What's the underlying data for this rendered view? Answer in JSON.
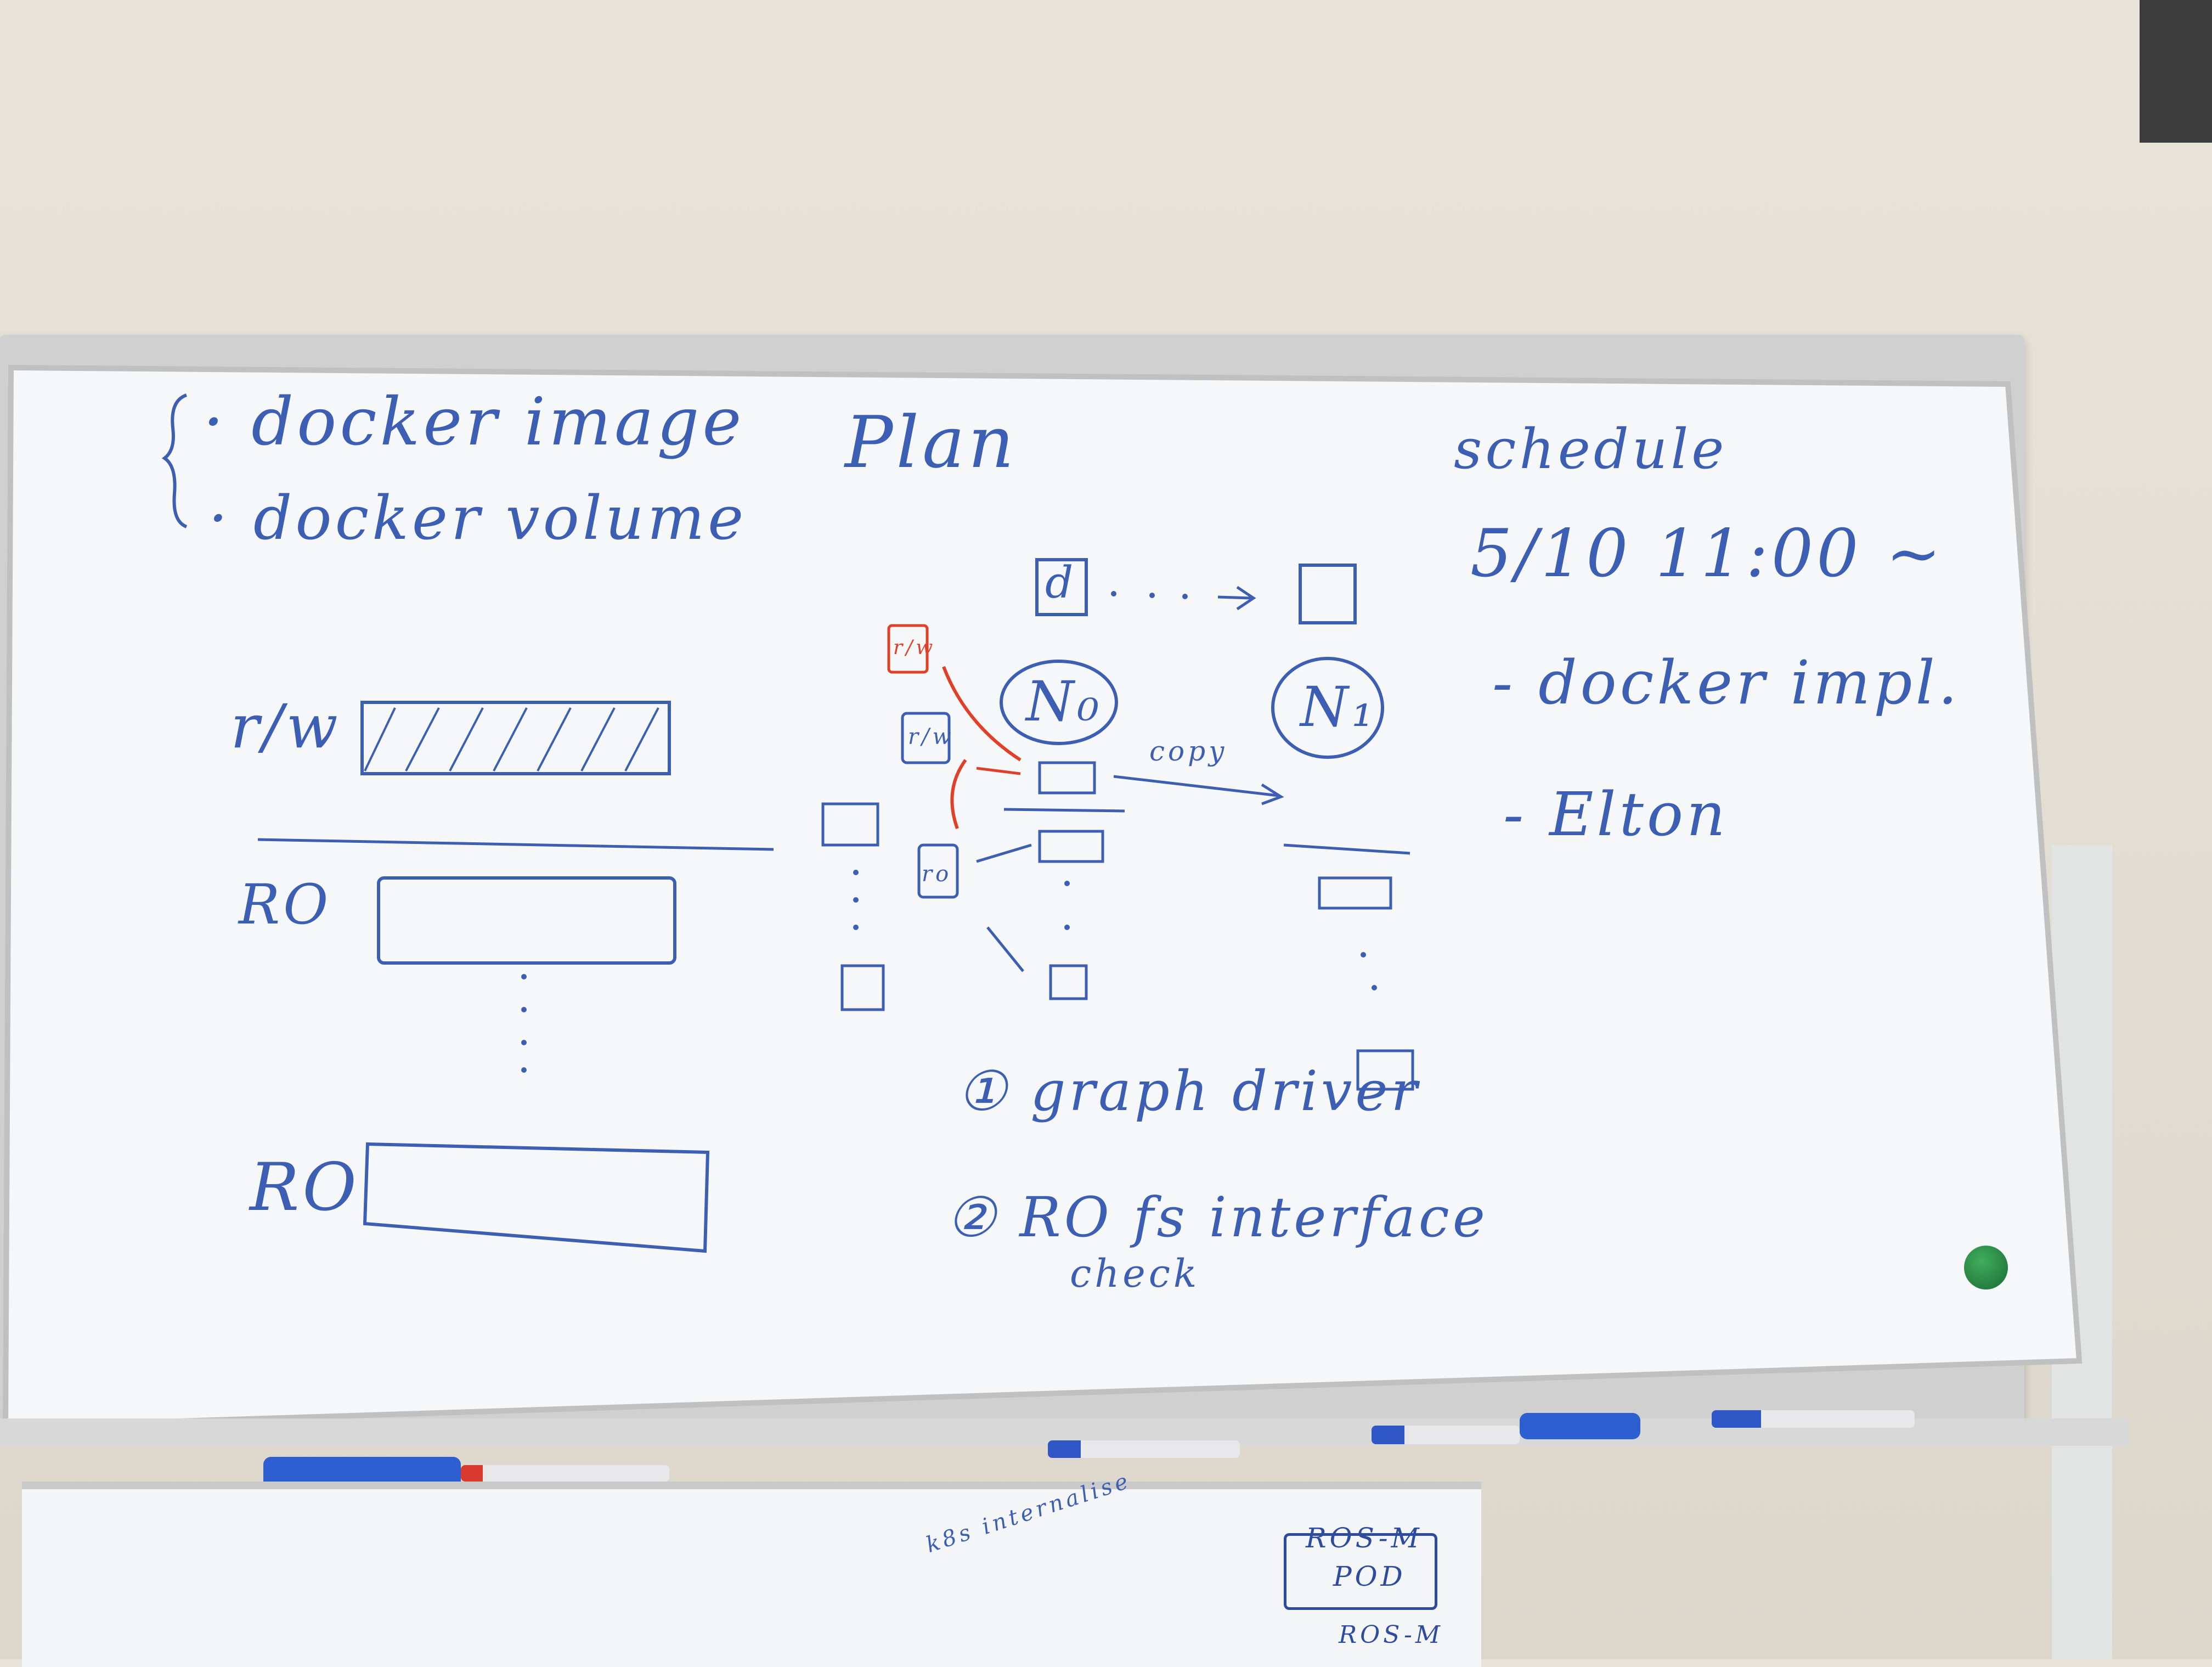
{
  "colors": {
    "wall": "#e6e1d7",
    "board": "#f6f7f8",
    "frame": "#cfd0cf",
    "blue_ink": "#3d5fb3",
    "red_ink": "#e0402a",
    "eraser": "#2d5fd0",
    "magnet": "#2d8c48"
  },
  "whiteboard": {
    "left": {
      "line1": "· docker image",
      "line2": "· docker volume",
      "rw_label": "r/w",
      "ro_label_1": "RO",
      "ro_label_2": "RO"
    },
    "plan": {
      "title": "Plan",
      "d_box": "d",
      "n0": "N₀",
      "n1": "N₁",
      "copy": "copy",
      "rw_red": "r/w",
      "rw_1": "r/w",
      "ro_1": "ro",
      "item1": "① graph driver",
      "item2": "② RO fs interface",
      "item2_note": "check"
    },
    "schedule": {
      "title": "schedule",
      "date": "5/10 11:00 ~",
      "task1": "- docker impl.",
      "task2": "- Elton"
    }
  },
  "lower_board": {
    "text1": "ROS-M",
    "text2": "POD",
    "text3": "ROS-M",
    "text4": "k8s internalise"
  },
  "icons": [
    "eraser-icon",
    "marker-icon",
    "magnet-icon"
  ]
}
